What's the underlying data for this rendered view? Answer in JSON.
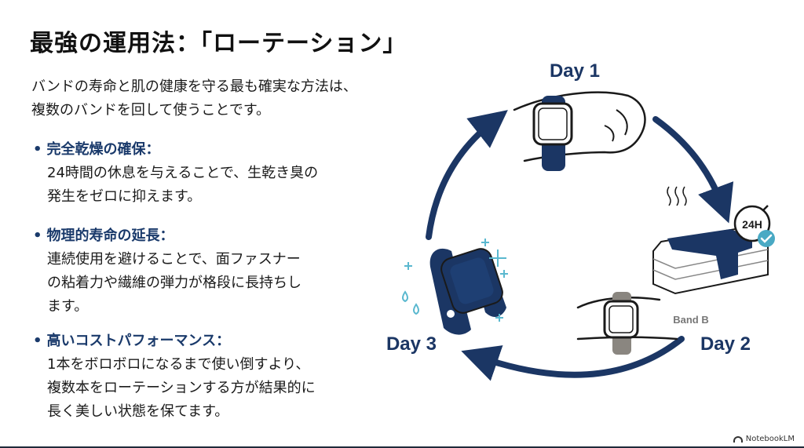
{
  "title": "最強の運用法：「ローテーション」",
  "intro": {
    "line1": "バンドの寿命と肌の健康を守る最も確実な方法は、",
    "line2": "複数のバンドを回して使うことです。"
  },
  "bullets": [
    {
      "heading": "完全乾燥の確保：",
      "lines": [
        "24時間の休息を与えることで、生乾き臭の",
        "発生をゼロに抑えます。"
      ]
    },
    {
      "heading": "物理的寿命の延長：",
      "lines": [
        "連続使用を避けることで、面ファスナー",
        "の粘着力や繊維の弾力が格段に長持ちし",
        "ます。"
      ]
    },
    {
      "heading": "高いコストパフォーマンス：",
      "lines": [
        "1本をボロボロになるまで使い倒すより、",
        "複数本をローテーションする方が結果的に",
        "長く美しい状態を保てます。"
      ]
    }
  ],
  "diagram": {
    "day1": "Day 1",
    "day2": "Day 2",
    "day3": "Day 3",
    "timer": "24H",
    "band_label": "Band B"
  },
  "branding": "NotebookLM",
  "colors": {
    "navy": "#1b3664",
    "heading": "#1a3a6b",
    "accent": "#5ab8cf",
    "check": "#49a9c4"
  }
}
